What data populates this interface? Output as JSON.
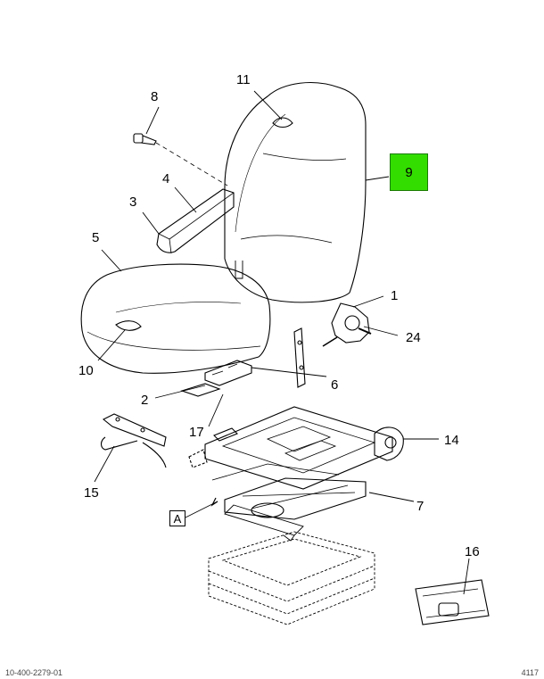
{
  "diagram": {
    "callouts": {
      "c1": "1",
      "c2": "2",
      "c3": "3",
      "c4": "4",
      "c5": "5",
      "c6": "6",
      "c7": "7",
      "c8": "8",
      "c9": "9",
      "c10": "10",
      "c11": "11",
      "c14": "14",
      "c15": "15",
      "c16": "16",
      "c17": "17",
      "c24": "24"
    },
    "view_reference": "A",
    "highlight_color": "#33dd00",
    "footer_left": "10-400-2279-01",
    "footer_right": "4117"
  }
}
